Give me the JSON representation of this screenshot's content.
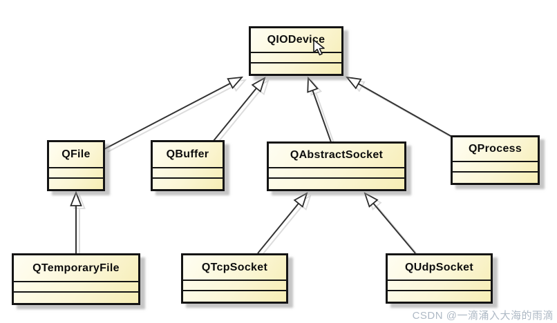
{
  "diagram": {
    "type": "uml-class-diagram",
    "classes": [
      {
        "id": "qiodevice",
        "name": "QIODevice"
      },
      {
        "id": "qfile",
        "name": "QFile"
      },
      {
        "id": "qbuffer",
        "name": "QBuffer"
      },
      {
        "id": "qabstractsocket",
        "name": "QAbstractSocket"
      },
      {
        "id": "qprocess",
        "name": "QProcess"
      },
      {
        "id": "qtemporaryfile",
        "name": "QTemporaryFile"
      },
      {
        "id": "qtcpsocket",
        "name": "QTcpSocket"
      },
      {
        "id": "qudpsocket",
        "name": "QUdpSocket"
      }
    ],
    "edges": [
      {
        "from": "QFile",
        "to": "QIODevice",
        "type": "generalization"
      },
      {
        "from": "QBuffer",
        "to": "QIODevice",
        "type": "generalization"
      },
      {
        "from": "QAbstractSocket",
        "to": "QIODevice",
        "type": "generalization"
      },
      {
        "from": "QProcess",
        "to": "QIODevice",
        "type": "generalization"
      },
      {
        "from": "QTemporaryFile",
        "to": "QFile",
        "type": "generalization"
      },
      {
        "from": "QTcpSocket",
        "to": "QAbstractSocket",
        "type": "generalization"
      },
      {
        "from": "QUdpSocket",
        "to": "QAbstractSocket",
        "type": "generalization"
      }
    ]
  },
  "cursor": {
    "icon": "mouse-pointer-icon"
  },
  "watermark": {
    "text": "CSDN @一滴涌入大海的雨滴"
  },
  "colors": {
    "box_fill_light": "#fffef2",
    "box_fill_dark": "#f6edb4",
    "box_border": "#141414",
    "edge_line": "#333333",
    "edge_shadow": "#dcdcdc",
    "box_shadow": "#8c8c8c",
    "watermark": "#aeb9c5",
    "background": "#ffffff"
  }
}
